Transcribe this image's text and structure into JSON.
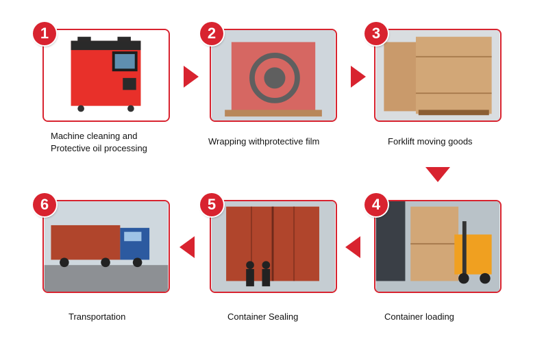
{
  "steps": [
    {
      "number": "1",
      "caption_line1": "Machine cleaning and",
      "caption_line2": "Protective oil processing"
    },
    {
      "number": "2",
      "caption_line1": "Wrapping withprotective film"
    },
    {
      "number": "3",
      "caption_line1": "Forklift moving goods"
    },
    {
      "number": "4",
      "caption_line1": "Container loading"
    },
    {
      "number": "5",
      "caption_line1": "Container Sealing"
    },
    {
      "number": "6",
      "caption_line1": "Transportation"
    }
  ],
  "colors": {
    "accent": "#d8232f",
    "machine_red": "#e8302a",
    "wood": "#c99a6b"
  },
  "icons": [
    "arrow-right-icon",
    "arrow-down-icon",
    "arrow-left-icon"
  ]
}
